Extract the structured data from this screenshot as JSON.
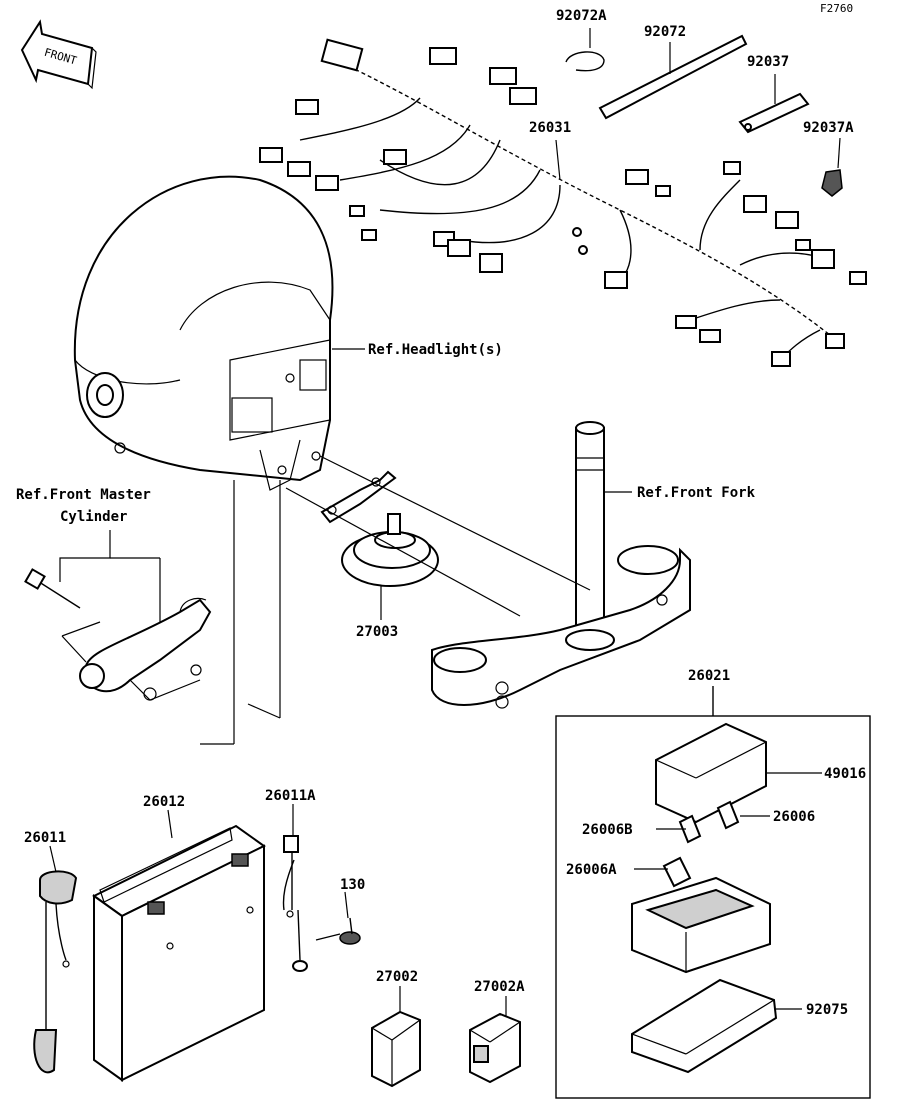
{
  "figure_code": "F2760",
  "direction_label": "FRONT",
  "labels": {
    "p92072A": "92072A",
    "p92072": "92072",
    "p92037": "92037",
    "p92037A": "92037A",
    "p26031": "26031",
    "ref_headlight": "Ref.Headlight(s)",
    "ref_front_fork": "Ref.Front Fork",
    "ref_front_master_line1": "Ref.Front Master",
    "ref_front_master_line2": "Cylinder",
    "p27003": "27003",
    "p26021": "26021",
    "p49016": "49016",
    "p26006": "26006",
    "p26006B": "26006B",
    "p26006A": "26006A",
    "p92075": "92075",
    "p26012": "26012",
    "p26011A": "26011A",
    "p26011": "26011",
    "p130": "130",
    "p27002": "27002",
    "p27002A": "27002A"
  }
}
